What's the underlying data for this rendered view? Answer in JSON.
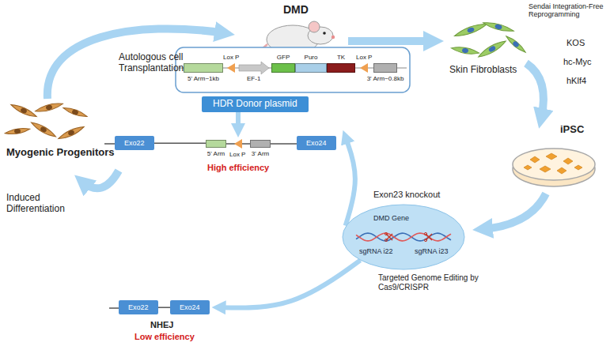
{
  "diagram": {
    "nodes": [
      {
        "text": [
          "5' Arm~1kb"
        ]
      },
      {
        "text": [
          "GFP"
        ]
      },
      {
        "text": [
          "Puro"
        ]
      },
      {
        "text": [
          "TK"
        ]
      },
      {
        "text": [
          "3' Arm~0.8kb"
        ]
      },
      {
        "text": [
          "HDR Donor plasmid"
        ]
      },
      {
        "text": [
          "sgRNA i22",
          "DMD Gene",
          "sgRNA i23"
        ]
      },
      {
        "text": [
          "Exo22"
        ]
      },
      {
        "text": [
          "5' Arm"
        ]
      },
      {
        "text": [
          "3' Arm"
        ]
      },
      {
        "text": [
          "Exo24"
        ]
      },
      {
        "text": [
          "Exo22"
        ]
      },
      {
        "text": [
          "Exo24"
        ]
      }
    ],
    "edges": [
      {
        "from": 5,
        "to": 8,
        "arrow": "to"
      },
      {
        "from": 6,
        "to": 10,
        "arrow": "to"
      },
      {
        "from": 6,
        "to": 12,
        "arrow": "to"
      },
      {
        "from": 7,
        "to": 8,
        "arrow": "none"
      },
      {
        "from": 8,
        "to": 9,
        "arrow": "none"
      },
      {
        "from": 9,
        "to": 10,
        "arrow": "none"
      },
      {
        "from": 11,
        "to": 12,
        "arrow": "none"
      }
    ],
    "labels": [
      "DMD",
      "Skin Fibroblasts",
      "Sendai Integration-Free Reprogramming",
      "KOS",
      "hc-Myc",
      "hKlf4",
      "iPSC",
      "Exon23 knockout",
      "Targeted Genome Editing by Cas9/CRISPR",
      "Lox P",
      "EF-1",
      "Lox P",
      "Lox P",
      "High efficiency",
      "NHEJ",
      "Low efficiency",
      "Myogenic Progenitors",
      "Induced Differentiation",
      "Autologous cell Transplantation"
    ]
  }
}
